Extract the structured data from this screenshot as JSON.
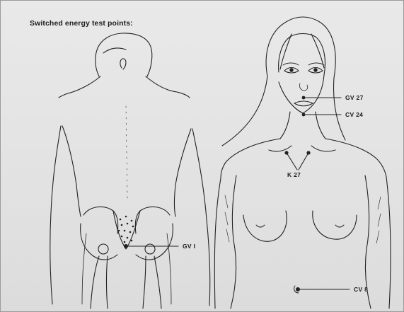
{
  "title": "Switched energy test points:",
  "points": {
    "gv27": "GV 27",
    "cv24": "CV 24",
    "k27": "K 27",
    "gv1": "GV I",
    "cv8": "CV 8"
  },
  "colors": {
    "paper": "#ececec",
    "ink": "#222222"
  }
}
